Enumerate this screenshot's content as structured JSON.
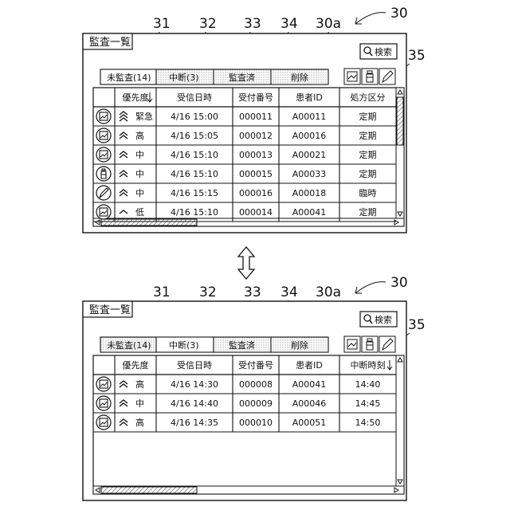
{
  "figure_labels": {
    "window": "30",
    "tab1": "31",
    "tab2": "32",
    "tab3": "33",
    "tab4": "34",
    "table": "30a",
    "icons": "35"
  },
  "panel_top": {
    "title": "監査一覧",
    "search": "検索",
    "tabs": [
      "未監査(14)",
      "中断(3)",
      "監査済",
      "削除"
    ],
    "headers": [
      "優先度",
      "受信日時",
      "受付番号",
      "患者ID",
      "処方区分"
    ],
    "rows": [
      {
        "icon": "document-icon",
        "chev": 3,
        "priority": "緊急",
        "received": "4/16 15:00",
        "receipt": "000011",
        "patient": "A00011",
        "category": "定期"
      },
      {
        "icon": "document-icon",
        "chev": 2,
        "priority": "高",
        "received": "4/16 15:05",
        "receipt": "000012",
        "patient": "A00016",
        "category": "定期"
      },
      {
        "icon": "document-icon",
        "chev": 2,
        "priority": "中",
        "received": "4/16 15:10",
        "receipt": "000013",
        "patient": "A00021",
        "category": "定期"
      },
      {
        "icon": "bottle-icon",
        "chev": 2,
        "priority": "中",
        "received": "4/16 15:10",
        "receipt": "000015",
        "patient": "A00033",
        "category": "定期"
      },
      {
        "icon": "pen-icon",
        "chev": 2,
        "priority": "中",
        "received": "4/16 15:15",
        "receipt": "000016",
        "patient": "A00018",
        "category": "臨時"
      },
      {
        "icon": "document-icon",
        "chev": 1,
        "priority": "低",
        "received": "4/16 15:10",
        "receipt": "000014",
        "patient": "A00041",
        "category": "定期"
      }
    ]
  },
  "panel_bottom": {
    "title": "監査一覧",
    "search": "検索",
    "tabs": [
      "未監査(14)",
      "中断(3)",
      "監査済",
      "削除"
    ],
    "headers": [
      "優先度",
      "受信日時",
      "受付番号",
      "患者ID",
      "中断時刻"
    ],
    "rows": [
      {
        "icon": "document-icon",
        "chev": 2,
        "priority": "高",
        "received": "4/16 14:30",
        "receipt": "000008",
        "patient": "A00041",
        "category": "14:40"
      },
      {
        "icon": "document-icon",
        "chev": 2,
        "priority": "中",
        "received": "4/16 14:40",
        "receipt": "000009",
        "patient": "A00046",
        "category": "14:45"
      },
      {
        "icon": "document-icon",
        "chev": 2,
        "priority": "高",
        "received": "4/16 14:35",
        "receipt": "000010",
        "patient": "A00051",
        "category": "14:50"
      }
    ]
  }
}
